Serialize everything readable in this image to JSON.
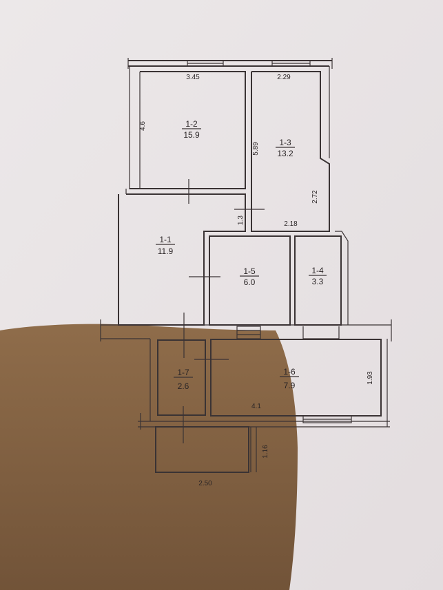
{
  "colors": {
    "paper": "#e9e4e5",
    "ink": "#3a3334",
    "shadow": "#7a5a3e"
  },
  "rooms": [
    {
      "id": "1-2",
      "area": "15.9"
    },
    {
      "id": "1-3",
      "area": "13.2"
    },
    {
      "id": "1-1",
      "area": "11.9"
    },
    {
      "id": "1-5",
      "area": "6.0"
    },
    {
      "id": "1-4",
      "area": "3.3"
    },
    {
      "id": "1-7",
      "area": "2.6"
    },
    {
      "id": "1-6",
      "area": "7.9"
    }
  ],
  "dimensions": {
    "top_left_width": "3.45",
    "top_right_width": "2.29",
    "room_1_2_height": "4.6",
    "room_1_3_height": "5.89",
    "right_wall_height": "2.72",
    "room_1_3_bottom": "2.18",
    "passage_width": "1.3",
    "room_1_6_height": "1.93",
    "room_1_6_width": "4.1",
    "porch_height": "1.16",
    "porch_width": "2.50"
  }
}
